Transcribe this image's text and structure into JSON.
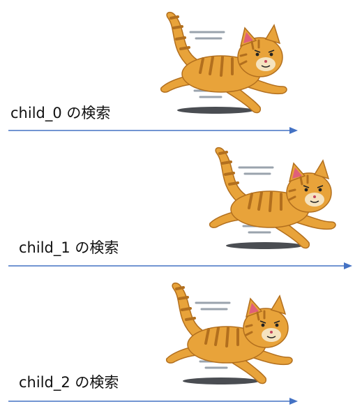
{
  "steps": [
    {
      "label": "child_0 の検索"
    },
    {
      "label": "child_1 の検索"
    },
    {
      "label": "child_2 の検索"
    }
  ],
  "colors": {
    "arrow": "#4472c4",
    "cat_body": "#e8a33a",
    "cat_stripe": "#b26f1e",
    "cat_belly": "#f5e3c0",
    "ear_inner": "#e0607a",
    "speed_lines": "#9aa3ad",
    "shadow": "#4a4d52",
    "text": "#111111"
  }
}
